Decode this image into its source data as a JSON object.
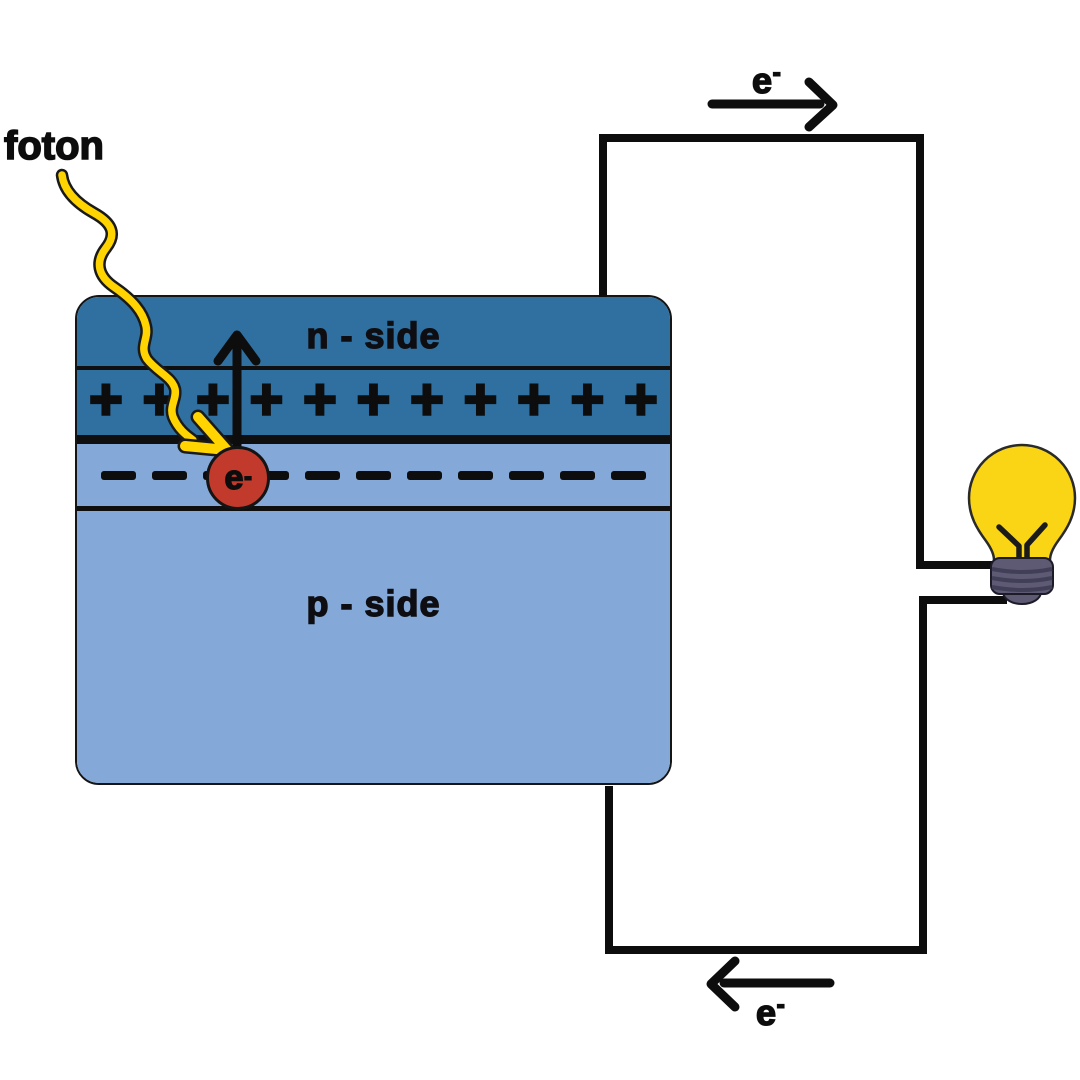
{
  "labels": {
    "photon": "foton",
    "n_side": "n - side",
    "p_side": "p - side"
  },
  "electron": {
    "symbol": "e",
    "charge": "-"
  },
  "electron_flow_top": {
    "symbol": "e",
    "charge": "-"
  },
  "electron_flow_bottom": {
    "symbol": "e",
    "charge": "-"
  },
  "plus_row": {
    "count": 11,
    "symbol": "+"
  },
  "dash_row": {
    "count": 11,
    "symbol": ""
  },
  "icons": {
    "photon_wave": "wavy-arrow-icon",
    "light_bulb": "light-bulb-icon",
    "up_arrow": "electron-jump-arrow-icon",
    "flow_arrow_top": "right-arrow-icon",
    "flow_arrow_bottom": "left-arrow-icon"
  },
  "colors": {
    "n_side_blue": "#2F70A0",
    "p_side_blue": "#84A9D8",
    "electron_red": "#C13A2B",
    "photon_yellow": "#FFD400",
    "bulb_glass_yellow": "#F9D515",
    "bulb_base_gray": "#5E5A74",
    "line_black": "#0D0D0D",
    "background": "#FFFFFF"
  }
}
